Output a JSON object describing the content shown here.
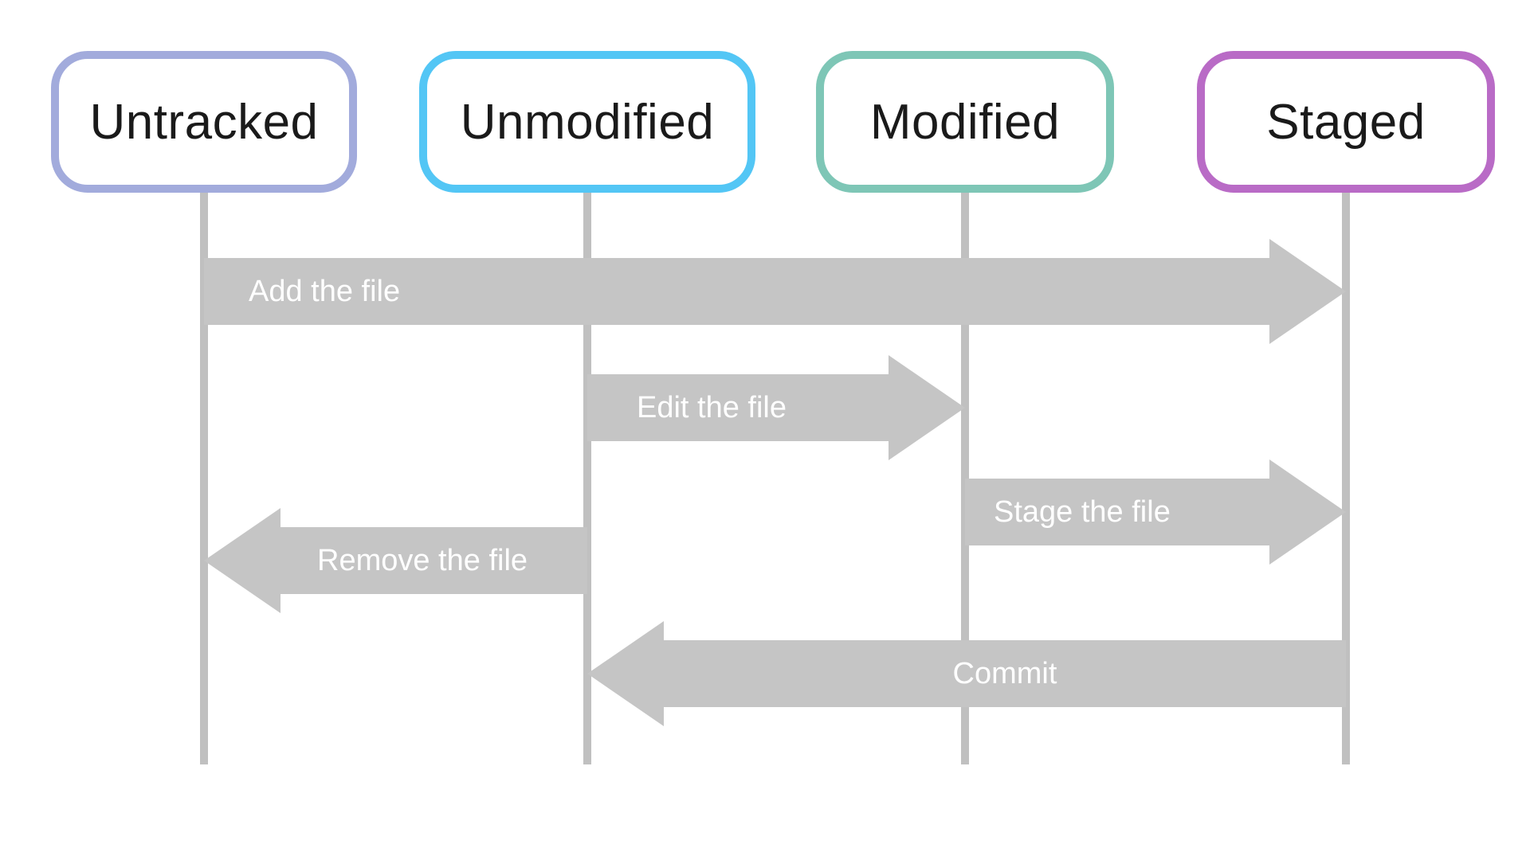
{
  "diagram": {
    "type": "git-file-lifecycle-sequence",
    "nodes": [
      {
        "label": "Untracked",
        "border_color": "#A2ABDC"
      },
      {
        "label": "Unmodified",
        "border_color": "#53C6F5"
      },
      {
        "label": "Modified",
        "border_color": "#7EC6B6"
      },
      {
        "label": "Staged",
        "border_color": "#B96BC6"
      }
    ],
    "transitions": [
      {
        "label": "Add the file",
        "from": "Untracked",
        "to": "Staged",
        "direction": "right"
      },
      {
        "label": "Edit the file",
        "from": "Unmodified",
        "to": "Modified",
        "direction": "right"
      },
      {
        "label": "Stage the file",
        "from": "Modified",
        "to": "Staged",
        "direction": "right"
      },
      {
        "label": "Remove the file",
        "from": "Unmodified",
        "to": "Untracked",
        "direction": "left"
      },
      {
        "label": "Commit",
        "from": "Staged",
        "to": "Unmodified",
        "direction": "left"
      }
    ],
    "colors": {
      "arrow_fill": "#C5C5C5",
      "lifeline": "#C0C0C0",
      "arrow_text": "#FFFFFF",
      "node_text": "#1A1A1A",
      "background": "#FFFFFF"
    }
  }
}
